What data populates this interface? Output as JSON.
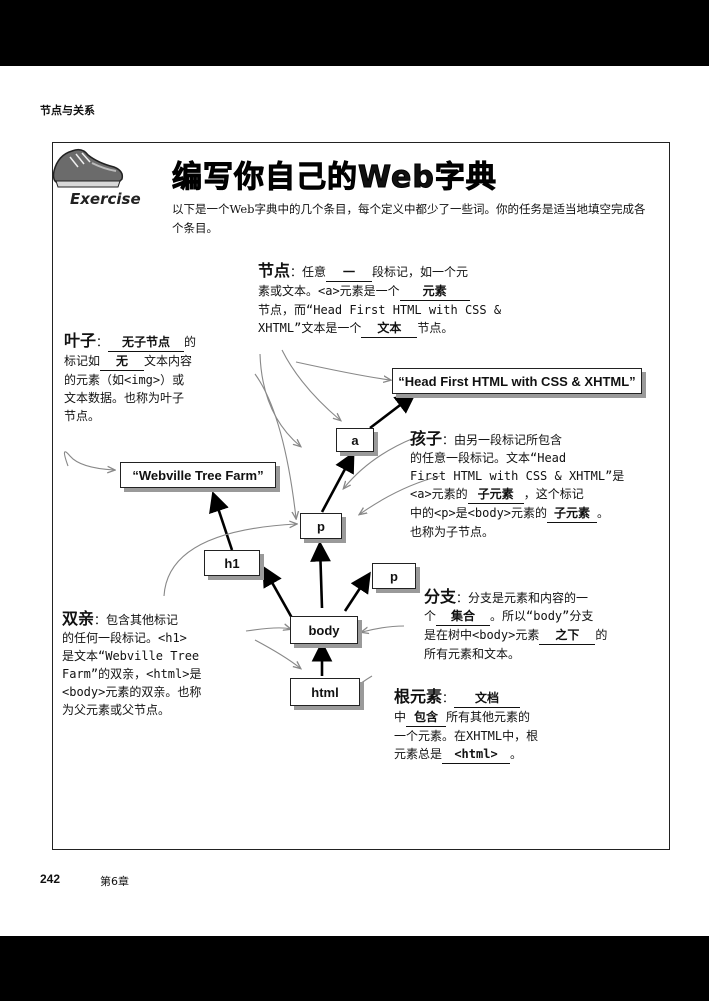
{
  "header": {
    "section": "节点与关系"
  },
  "exercise_label": "Exercise",
  "title": "编写你自己的Web字典",
  "intro": "以下是一个Web字典中的几个条目，每个定义中都少了一些词。你的任务是适当地填空完成各个条目。",
  "tree": {
    "head_first": "“Head First HTML with CSS & XHTML”",
    "webville": "“Webville Tree Farm”",
    "a": "a",
    "p1": "p",
    "p2": "p",
    "h1": "h1",
    "body": "body",
    "html": "html"
  },
  "notes": {
    "node": {
      "term": "节点",
      "t1": "：任意",
      "f1": "一",
      "t2": "段标记，如一个元",
      "t3": "素或文本。<a>元素是一个",
      "f2": "元素",
      "t4": "节点，而“Head First HTML with CSS &",
      "t5": "XHTML”文本是一个",
      "f3": "文本",
      "t6": "节点。"
    },
    "leaf": {
      "term": "叶子",
      "t1": "：",
      "f1": "无子节点",
      "t2": "的",
      "t3": "标记如",
      "f2": "无",
      "t4": "文本内容",
      "t5": "的元素（如<img>）或",
      "t6": "文本数据。也称为叶子",
      "t7": "节点。"
    },
    "child": {
      "term": "孩子",
      "t1": "：由另一段标记所包含",
      "t2": "的任意一段标记。文本“Head",
      "t3": "First HTML with CSS & XHTML”是",
      "t4": "<a>元素的",
      "f1": "子元素",
      "t5": "，这个标记",
      "t6": "中的<p>是<body>元素的",
      "f2": "子元素",
      "t7": "。",
      "t8": "也称为子节点。"
    },
    "parent": {
      "term": "双亲",
      "t1": "：包含其他标记",
      "t2": "的任何一段标记。<h1>",
      "t3": "是文本“Webville Tree",
      "t4": "Farm”的双亲，<html>是",
      "t5": "<body>元素的双亲。也称",
      "t6": "为父元素或父节点。"
    },
    "branch": {
      "term": "分支",
      "t1": "：分支是元素和内容的一",
      "t2": "个",
      "f1": "集合",
      "t3": "。所以“body”分支",
      "t4": "是在树中<body>元素",
      "f2": "之下",
      "t5": "的",
      "t6": "所有元素和文本。"
    },
    "root": {
      "term": "根元素",
      "t1": "：",
      "f1": "文档",
      "t2": "中",
      "f2": "包含",
      "t3": "所有其他元素的",
      "t4": "一个元素。在XHTML中，根",
      "t5": "元素总是",
      "f3": "<html>",
      "t6": "。"
    }
  },
  "footer": {
    "page_number": "242",
    "chapter": "第6章"
  },
  "colors": {
    "ink": "#111111",
    "shadow": "#9a9a9a",
    "pencil": "#8a8a8a"
  }
}
